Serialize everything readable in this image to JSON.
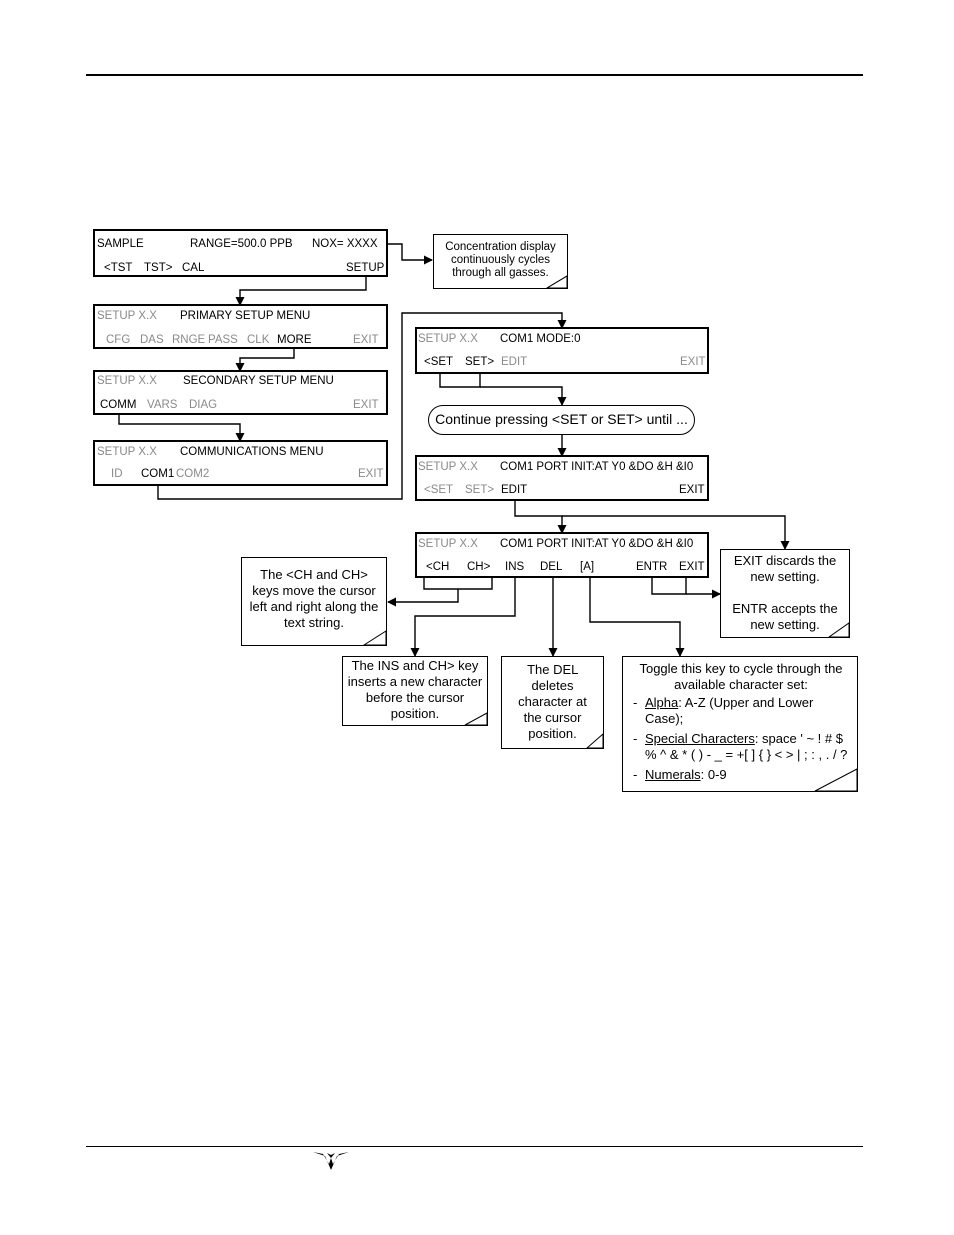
{
  "screens": {
    "sample": {
      "l1": "SAMPLE",
      "l2": "RANGE=500.0 PPB",
      "l3": "NOX= XXXX",
      "b1": "<TST",
      "b2": "TST>",
      "b3": "CAL",
      "b4": "SETUP"
    },
    "primary": {
      "l1": "SETUP X.X",
      "l2": "PRIMARY SETUP MENU",
      "b1": "CFG",
      "b2": "DAS",
      "b3": "RNGE",
      "b4": "PASS",
      "b5": "CLK",
      "b6": "MORE",
      "b7": "EXIT"
    },
    "secondary": {
      "l1": "SETUP X.X",
      "l2": "SECONDARY SETUP MENU",
      "b1": "COMM",
      "b2": "VARS",
      "b3": "DIAG",
      "b4": "EXIT"
    },
    "comm": {
      "l1": "SETUP X.X",
      "l2": "COMMUNICATIONS MENU",
      "b1": "ID",
      "b2": "COM1",
      "b3": "COM2",
      "b4": "EXIT"
    },
    "mode": {
      "l1": "SETUP X.X",
      "l2": "COM1 MODE:0",
      "b1": "<SET",
      "b2": "SET>",
      "b3": "EDIT",
      "b4": "EXIT"
    },
    "init1": {
      "l1": "SETUP X.X",
      "l2": "COM1 PORT INIT:AT Y0 &DO &H &I0",
      "b1": "<SET",
      "b2": "SET>",
      "b3": "EDIT",
      "b4": "EXIT"
    },
    "init2": {
      "l1": "SETUP X.X",
      "l2": "COM1 PORT INIT:AT Y0 &DO &H &I0",
      "b1": "<CH",
      "b2": "CH>",
      "b3": "INS",
      "b4": "DEL",
      "b5": "[A]",
      "b6": "ENTR",
      "b7": "EXIT"
    }
  },
  "notes": {
    "concentration": "Concentration display continuously cycles through all gasses.",
    "continue": {
      "a": "Continue pressing ",
      "b": "<SET",
      "c": " or ",
      "d": "SET>",
      "e": " until ..."
    },
    "ch": {
      "a": "The ",
      "b": "<CH",
      "c": " and ",
      "d": "CH>",
      "e": " keys move the cursor left and right along the text string."
    },
    "ins": {
      "a": "The ",
      "b": "INS",
      "c": " and ",
      "d": "CH>",
      "e": " key inserts a new character before the cursor position."
    },
    "del": {
      "a": "The ",
      "b": "DEL",
      "c": " deletes character at the cursor position."
    },
    "exit": {
      "a": "EXIT",
      "b": " discards the new setting.",
      "c": "ENTR",
      "d": " accepts the new setting."
    },
    "toggle": {
      "intro": "Toggle this key to cycle through the available character set:",
      "dash": "-",
      "alpha_label": "Alpha",
      "alpha_text": ": A-Z (Upper and Lower Case);",
      "special_label": "Special Characters",
      "special_text": ": space ' ~ ! # $ % ^ & * ( ) - _ = +[ ] { } < > | ; : , . / ?",
      "numerals_label": "Numerals",
      "numerals_text": ": 0-9"
    }
  }
}
